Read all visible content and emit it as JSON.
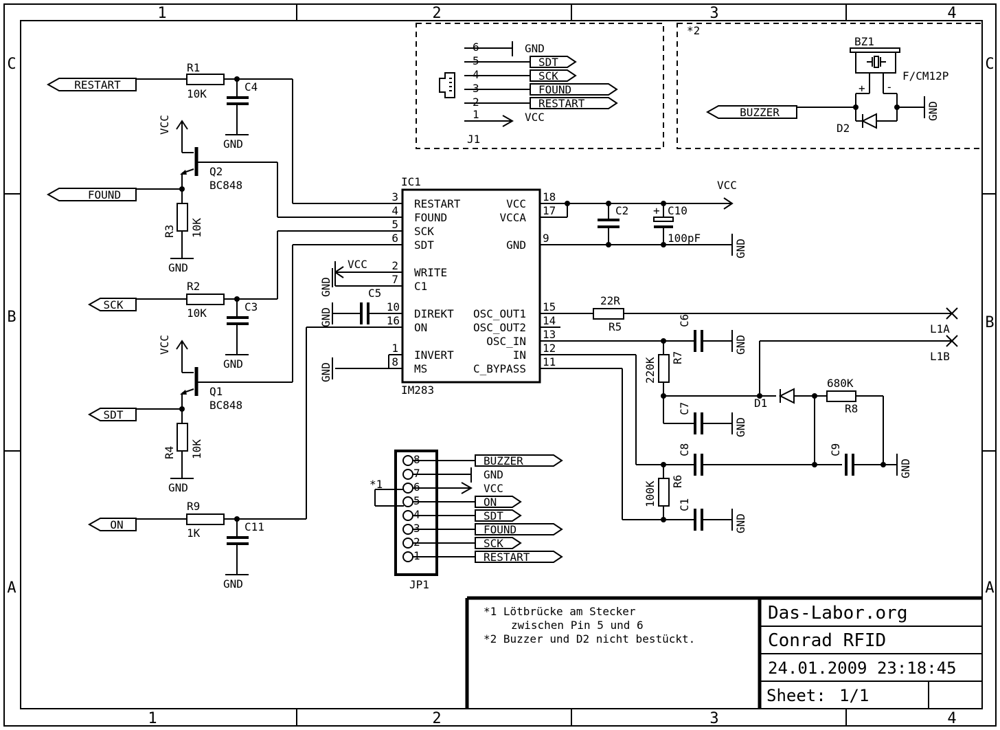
{
  "frame": {
    "columns": [
      "1",
      "2",
      "3",
      "4"
    ],
    "rows": [
      "C",
      "B",
      "A"
    ]
  },
  "ports": {
    "restart": "RESTART",
    "found": "FOUND",
    "sck": "SCK",
    "sdt": "SDT",
    "on": "ON",
    "buzzer": "BUZZER"
  },
  "net": {
    "vcc": "VCC",
    "gnd": "GND"
  },
  "components": {
    "r1": {
      "name": "R1",
      "value": "10K"
    },
    "r2": {
      "name": "R2",
      "value": "10K"
    },
    "r3": {
      "name": "R3",
      "value": "10K"
    },
    "r4": {
      "name": "R4",
      "value": "10K"
    },
    "r5": {
      "name": "R5",
      "value": "22R"
    },
    "r6": {
      "name": "R6",
      "value": "100K"
    },
    "r7": {
      "name": "R7",
      "value": "220K"
    },
    "r8": {
      "name": "R8",
      "value": "680K"
    },
    "r9": {
      "name": "R9",
      "value": "1K"
    },
    "c1": "C1",
    "c2": "C2",
    "c3": "C3",
    "c4": "C4",
    "c5": "C5",
    "c6": "C6",
    "c7": "C7",
    "c8": "C8",
    "c9": "C9",
    "c11": "C11",
    "c10": {
      "name": "C10",
      "value": "100pF"
    },
    "q1": {
      "name": "Q1",
      "value": "BC848"
    },
    "q2": {
      "name": "Q2",
      "value": "BC848"
    },
    "d1": "D1",
    "d2": "D2",
    "bz1": {
      "name": "BZ1",
      "value": "F/CM12P"
    },
    "j1": "J1",
    "jp1": "JP1",
    "l1a": "L1A",
    "l1b": "L1B"
  },
  "ic1": {
    "name": "IC1",
    "part": "IM283",
    "left_pins": [
      {
        "num": "3",
        "label": "RESTART"
      },
      {
        "num": "4",
        "label": "FOUND"
      },
      {
        "num": "5",
        "label": "SCK"
      },
      {
        "num": "6",
        "label": "SDT"
      },
      {
        "num": "2",
        "label": "WRITE"
      },
      {
        "num": "7",
        "label": "C1"
      },
      {
        "num": "10",
        "label": "DIREKT"
      },
      {
        "num": "16",
        "label": "ON"
      },
      {
        "num": "1",
        "label": "INVERT"
      },
      {
        "num": "8",
        "label": "MS"
      }
    ],
    "right_pins": [
      {
        "num": "18",
        "label": "VCC"
      },
      {
        "num": "17",
        "label": "VCCA"
      },
      {
        "num": "9",
        "label": "GND"
      },
      {
        "num": "15",
        "label": "OSC_OUT1"
      },
      {
        "num": "14",
        "label": "OSC_OUT2"
      },
      {
        "num": "13",
        "label": "OSC_IN"
      },
      {
        "num": "12",
        "label": "IN"
      },
      {
        "num": "11",
        "label": "C_BYPASS"
      }
    ]
  },
  "j1_pins": [
    {
      "num": "6",
      "label": "GND"
    },
    {
      "num": "5",
      "label": "SDT"
    },
    {
      "num": "4",
      "label": "SCK"
    },
    {
      "num": "3",
      "label": "FOUND"
    },
    {
      "num": "2",
      "label": "RESTART"
    },
    {
      "num": "1",
      "label": "VCC"
    }
  ],
  "jp1_pins": [
    {
      "num": "8",
      "label": "BUZZER"
    },
    {
      "num": "7",
      "label": "GND"
    },
    {
      "num": "6",
      "label": "VCC"
    },
    {
      "num": "5",
      "label": "ON"
    },
    {
      "num": "4",
      "label": "SDT"
    },
    {
      "num": "3",
      "label": "FOUND"
    },
    {
      "num": "2",
      "label": "SCK"
    },
    {
      "num": "1",
      "label": "RESTART"
    }
  ],
  "markers": {
    "star1": "*1",
    "star2": "*2",
    "plus": "+",
    "minus": "-"
  },
  "notes": {
    "line1": "*1 Lötbrücke am Stecker",
    "line2": "zwischen Pin 5 und 6",
    "line3": "*2 Buzzer und D2 nicht bestückt."
  },
  "title_block": {
    "org": "Das-Labor.org",
    "title": "Conrad RFID",
    "datetime": "24.01.2009 23:18:45",
    "sheet_label": "Sheet:",
    "sheet_value": "1/1"
  }
}
